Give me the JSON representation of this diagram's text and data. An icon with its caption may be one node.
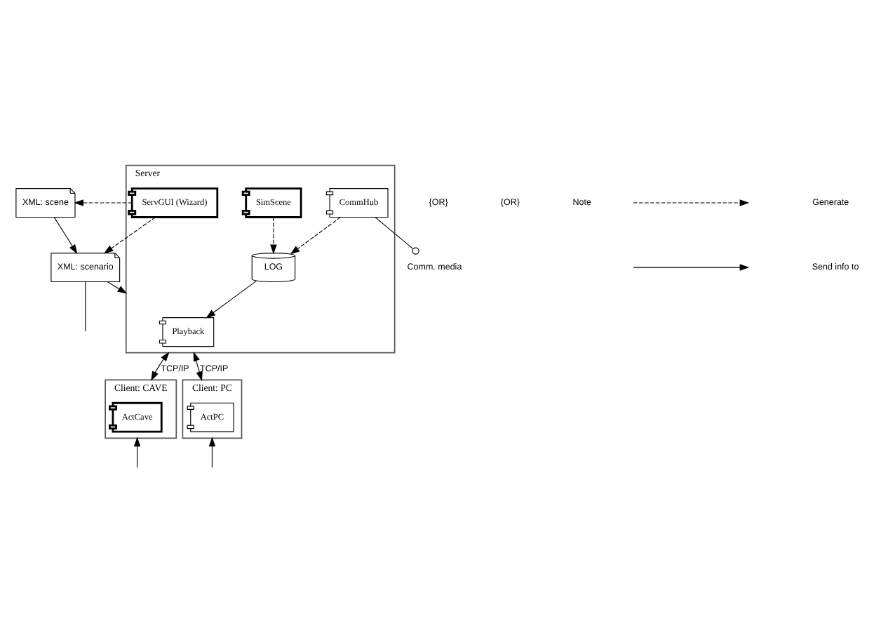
{
  "diagram": {
    "nodes": [
      {
        "text": [
          "Server"
        ]
      },
      {
        "text": [
          "XML: scene"
        ]
      },
      {
        "text": [
          "XML: scenario"
        ]
      },
      {
        "text": [
          "ServGUI (Wizard)"
        ],
        "in": 0
      },
      {
        "text": [
          "LOG"
        ],
        "in": 0
      },
      {
        "text": [
          "SimScene"
        ],
        "in": 0
      },
      {
        "text": [
          "Playback"
        ],
        "in": 0
      },
      {
        "text": [
          "CommHub"
        ],
        "in": 0
      },
      {
        "text": [
          "Client: CAVE"
        ]
      },
      {
        "text": [
          "ActCave"
        ],
        "in": 8
      },
      {
        "text": [
          "Client: PC"
        ]
      },
      {
        "text": [
          "ActPC"
        ],
        "in": 10
      },
      {
        "text": [
          "Comm. media"
        ]
      }
    ],
    "edges": [
      {
        "from": 3,
        "to": 1,
        "arrow": "to",
        "style": "dashed"
      },
      {
        "from": 3,
        "to": 2,
        "arrow": "to",
        "style": "dashed"
      },
      {
        "from": 1,
        "to": 2,
        "arrow": "to"
      },
      {
        "from": 2,
        "to": 0,
        "arrow": "to"
      },
      {
        "from": 5,
        "to": 4,
        "arrow": "to",
        "style": "dashed"
      },
      {
        "from": 4,
        "to": 6,
        "arrow": "to"
      },
      {
        "from": 7,
        "to": 4,
        "arrow": "to",
        "style": "dashed"
      },
      {
        "from": 0,
        "to": 8,
        "arrow": "both",
        "label": "TCP/IP"
      },
      {
        "from": 0,
        "to": 10,
        "arrow": "both",
        "label": "TCP/IP"
      },
      {
        "from": 7,
        "to": 12,
        "arrow": "other"
      },
      {
        "from": 2,
        "to": null,
        "arrow": "none"
      },
      {
        "from": null,
        "to": 8,
        "arrow": "to"
      },
      {
        "from": null,
        "to": 10,
        "arrow": "to"
      }
    ],
    "labels": [
      "{OR}",
      "{OR}",
      "Note"
    ],
    "legend": [
      {
        "text": "Generate"
      },
      {
        "text": "Send info to"
      }
    ]
  }
}
